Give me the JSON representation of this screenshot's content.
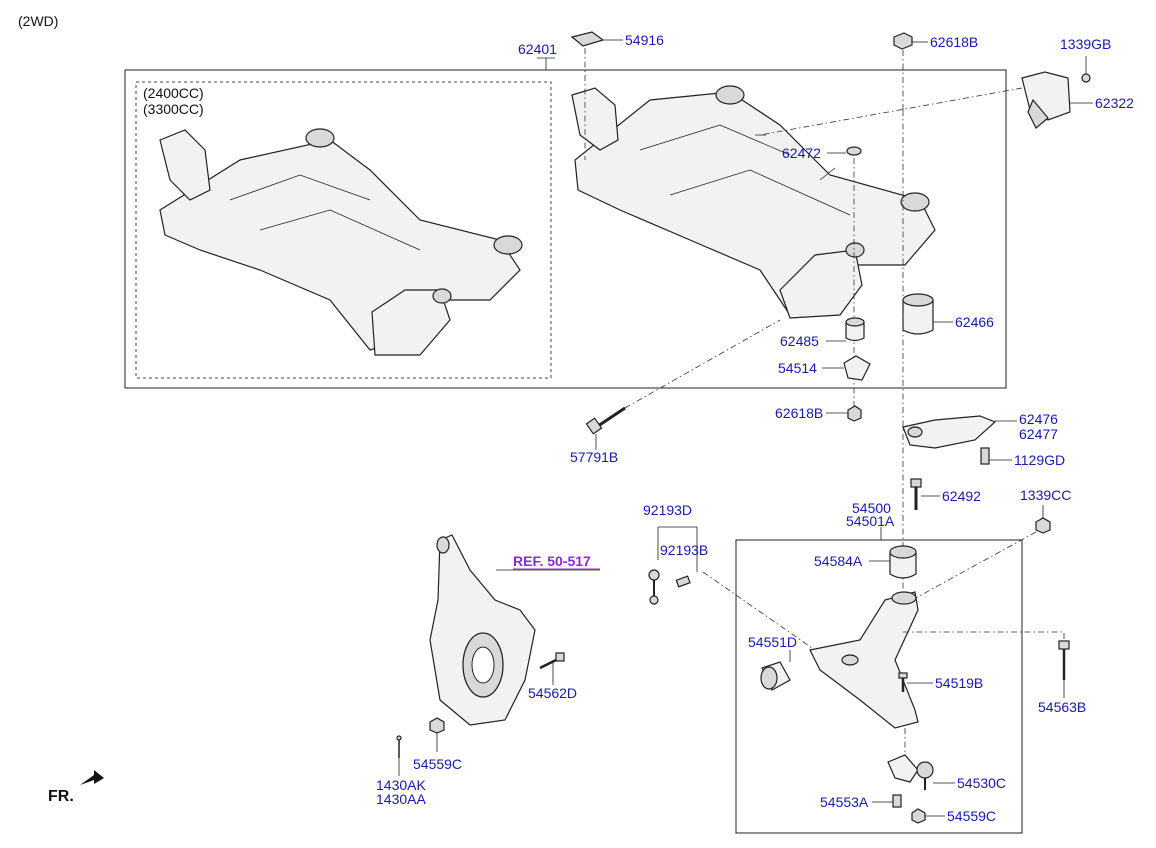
{
  "header": {
    "drive": "(2WD)"
  },
  "variant": {
    "line1": "(2400CC)",
    "line2": "(3300CC)"
  },
  "parts": {
    "p62401": "62401",
    "p54916": "54916",
    "p62618B_top": "62618B",
    "p1339GB": "1339GB",
    "p62322": "62322",
    "p62472": "62472",
    "p62466": "62466",
    "p62485": "62485",
    "p54514": "54514",
    "p62618B_bot": "62618B",
    "p62476": "62476",
    "p62477": "62477",
    "p1129GD": "1129GD",
    "p57791B": "57791B",
    "p62492": "62492",
    "p1339CC": "1339CC",
    "p54500": "54500",
    "p54501A": "54501A",
    "p92193D": "92193D",
    "p92193B": "92193B",
    "p54584A": "54584A",
    "ref": "REF. 50-517",
    "p54551D": "54551D",
    "p54562D": "54562D",
    "p54519B": "54519B",
    "p54563B": "54563B",
    "p54559C_left": "54559C",
    "p1430AK": "1430AK",
    "p1430AA": "1430AA",
    "p54530C": "54530C",
    "p54553A": "54553A",
    "p54559C_right": "54559C"
  },
  "direction": {
    "label": "FR."
  },
  "colors": {
    "label": "#1a1aa8",
    "ref": "#8a2bd2",
    "line": "#222222"
  },
  "icons": [
    "front-arrow-icon"
  ]
}
